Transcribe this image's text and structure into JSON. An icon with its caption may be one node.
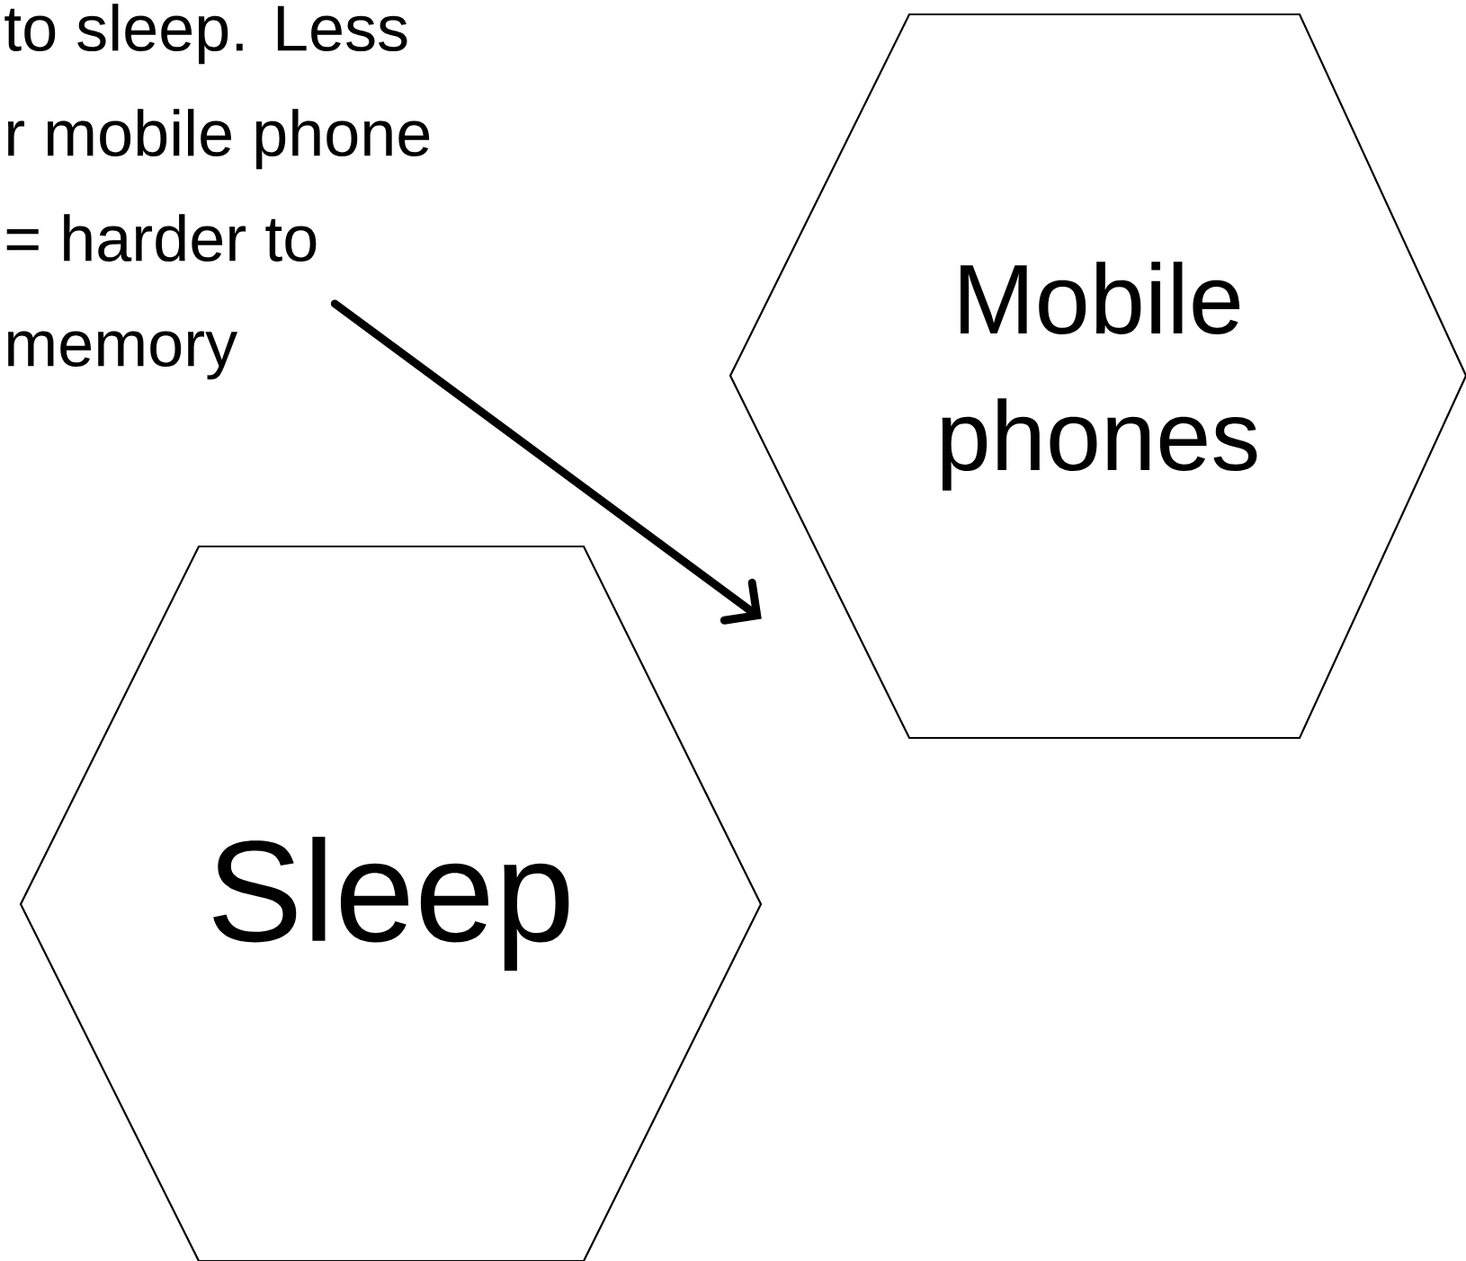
{
  "diagram": {
    "nodes": [
      {
        "text": [
          "to sleep. Less r mobile phone = harder to memory"
        ]
      },
      {
        "text": [
          "Mobile phones"
        ]
      },
      {
        "text": [
          "Sleep"
        ]
      }
    ],
    "edges": [
      {
        "from": 0,
        "to": 1,
        "arrow": "to"
      }
    ]
  }
}
